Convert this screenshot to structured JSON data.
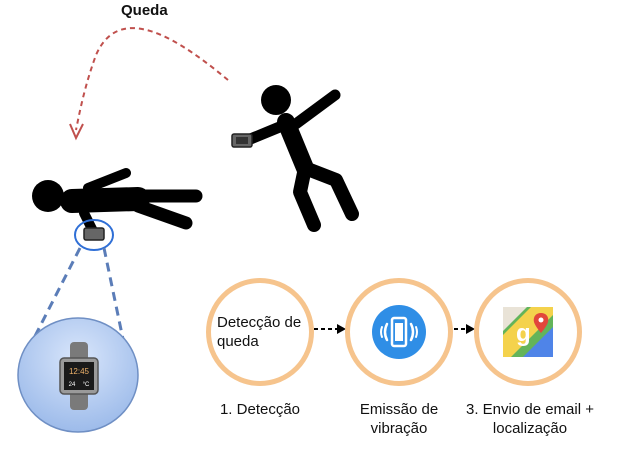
{
  "title": "Queda",
  "watch": {
    "time": "12:45",
    "date": "24",
    "unit": "°C"
  },
  "stages": [
    {
      "label": "Detecção de queda",
      "icon": ""
    },
    {
      "label": "",
      "icon": "vibration-icon"
    },
    {
      "label": "",
      "icon": "google-maps-icon"
    }
  ],
  "captions": [
    "1. Detecção",
    "Emissão de vibração",
    "3. Envio de email + localização"
  ],
  "colors": {
    "stage_border": "#f6c48d",
    "arrow_fall": "#c0504d",
    "zoom_lines": "#5b7db8",
    "zoom_circle": "#a9c4ee",
    "vibration_blue": "#2f8ee6",
    "maps_green": "#63b45a"
  }
}
